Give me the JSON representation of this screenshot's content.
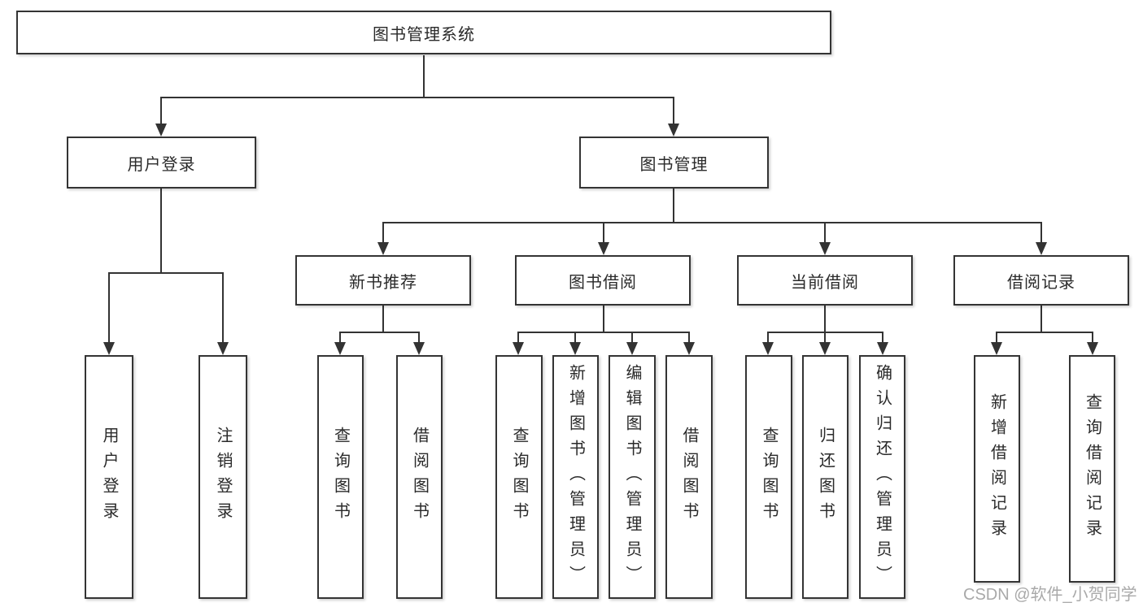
{
  "diagram": {
    "root": {
      "label": "图书管理系统"
    },
    "branches": {
      "user_login": {
        "label": "用户登录",
        "children": [
          {
            "label": "用户登录"
          },
          {
            "label": "注销登录"
          }
        ]
      },
      "book_mgmt": {
        "label": "图书管理",
        "sections": [
          {
            "label": "新书推荐",
            "children": [
              {
                "label": "查询图书"
              },
              {
                "label": "借阅图书"
              }
            ]
          },
          {
            "label": "图书借阅",
            "children": [
              {
                "label": "查询图书"
              },
              {
                "label": "新增图书（管理员）"
              },
              {
                "label": "编辑图书（管理员）"
              },
              {
                "label": "借阅图书"
              }
            ]
          },
          {
            "label": "当前借阅",
            "children": [
              {
                "label": "查询图书"
              },
              {
                "label": "归还图书"
              },
              {
                "label": "确认归还（管理员）"
              }
            ]
          },
          {
            "label": "借阅记录",
            "children": [
              {
                "label": "新增借阅记录"
              },
              {
                "label": "查询借阅记录"
              }
            ]
          }
        ]
      }
    }
  },
  "watermark": {
    "text": "CSDN @软件_小贺同学"
  },
  "colors": {
    "line": "#333333",
    "box_border": "#343434",
    "text": "#2a2a2a",
    "watermark": "#a9a9a9",
    "background": "#ffffff"
  }
}
